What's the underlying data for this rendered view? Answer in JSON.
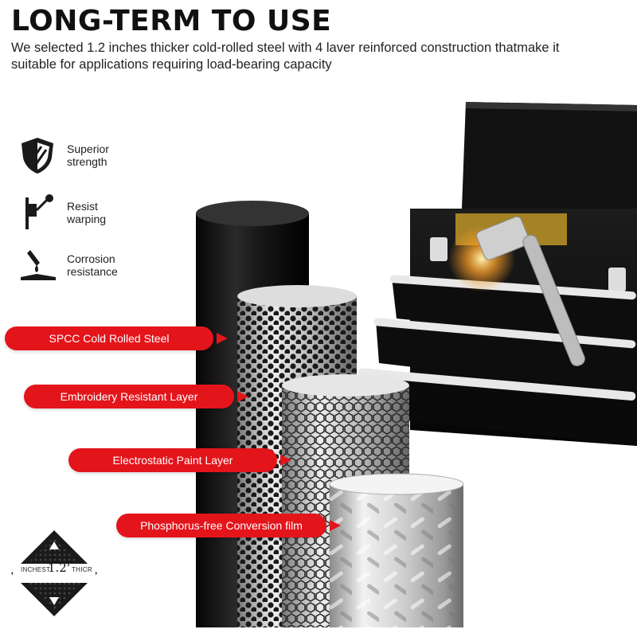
{
  "header": {
    "title": "LONG-TERM TO USE",
    "subtitle": "We selected 1.2 inches thicker cold-rolled steel with 4 laver reinforced construction thatmake it suitable for applications requiring load-bearing capacity"
  },
  "features": [
    {
      "icon": "shield-icon",
      "label": "Superior strength"
    },
    {
      "icon": "pressure-icon",
      "label": "Resist warping"
    },
    {
      "icon": "corrosion-icon",
      "label": "Corrosion resistance"
    }
  ],
  "layers": [
    {
      "label": "SPCC Cold Rolled Steel"
    },
    {
      "label": "Embroidery Resistant Layer"
    },
    {
      "label": "Electrostatic Paint Layer"
    },
    {
      "label": "Phosphorus-free Conversion film"
    }
  ],
  "badge": {
    "left": "INCHEST",
    "value": "1.2'",
    "right": "THICR"
  },
  "colors": {
    "accent": "#e4141b",
    "dark": "#111111"
  }
}
